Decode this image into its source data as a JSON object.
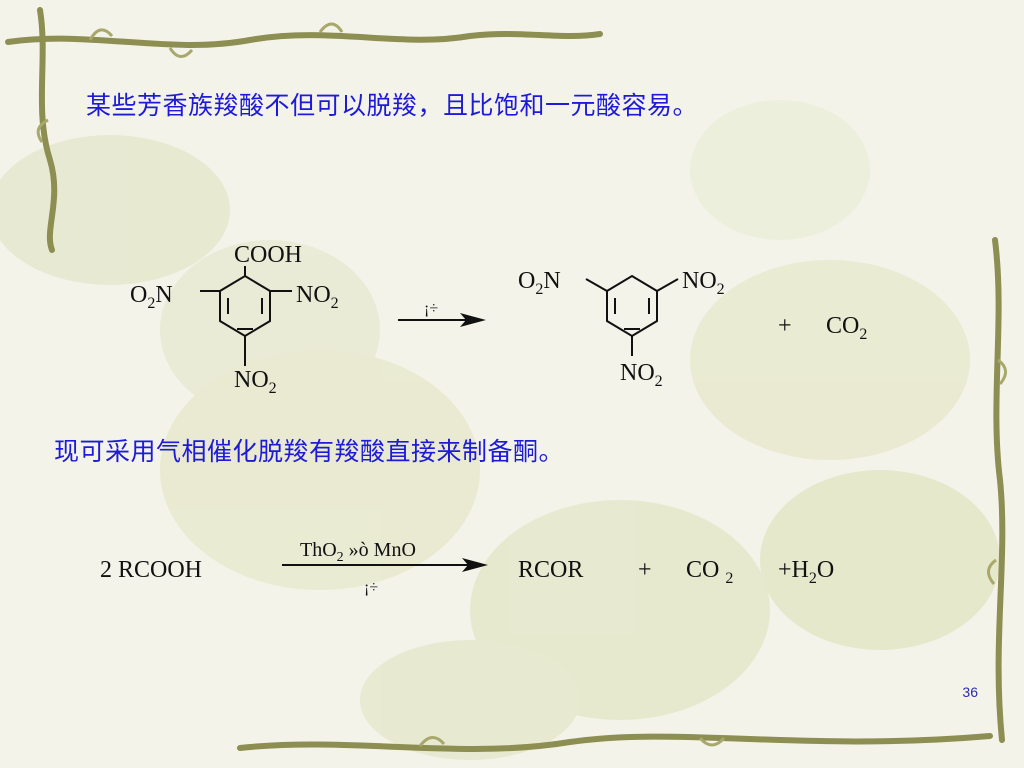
{
  "slide": {
    "paragraph_1": "某些芳香族羧酸不但可以脱羧，且比饱和一元酸容易。",
    "paragraph_2": "现可采用气相催化脱羧有羧酸直接来制备酮。",
    "page_number": "36"
  },
  "reaction_1": {
    "reactant": {
      "top_group": "COOH",
      "left_group": {
        "main": "O",
        "sub": "2",
        "tail": "N"
      },
      "right_group": {
        "main": "NO",
        "sub": "2"
      },
      "bottom_group": {
        "main": "NO",
        "sub": "2"
      }
    },
    "arrow_label": "¡÷",
    "product": {
      "left_group": {
        "main": "O",
        "sub": "2",
        "tail": "N"
      },
      "right_group": {
        "main": "NO",
        "sub": "2"
      },
      "bottom_group": {
        "main": "NO",
        "sub": "2"
      }
    },
    "plus": "+",
    "byproduct": {
      "main": "CO",
      "sub": "2"
    }
  },
  "reaction_2": {
    "reactant": "2  RCOOH",
    "catalyst": {
      "main": "ThO",
      "sub": "2",
      "tail": " »ò MnO"
    },
    "arrow_below": "¡÷",
    "product": "RCOR",
    "plus_1": "+",
    "co2": {
      "main": "CO",
      "sub": "2"
    },
    "water": {
      "pre": "+H",
      "sub": "2",
      "post": "O"
    }
  },
  "colors": {
    "text_blue": "#1d1ad8",
    "background": "#f4f3e9",
    "border_vine": "#8c8e52",
    "bond_black": "#111111"
  }
}
